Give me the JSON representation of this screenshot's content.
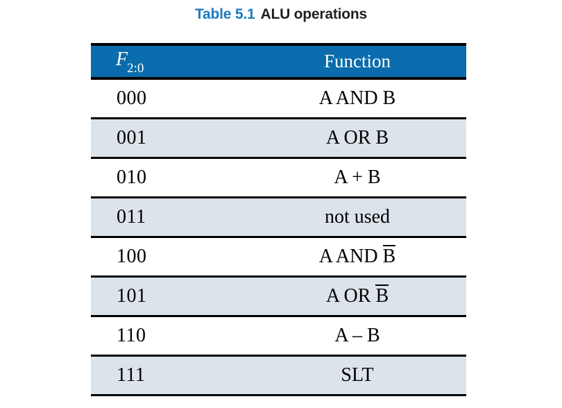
{
  "caption": {
    "number": "Table 5.1",
    "title": "ALU operations",
    "number_color": "#1b7bc0",
    "title_color": "#231f20"
  },
  "table": {
    "header": {
      "col_f_symbol": "F",
      "col_f_subscript": "2:0",
      "col_function": "Function",
      "background": "#0a6cac",
      "text_color": "#ffffff"
    },
    "shaded_row_color": "#dce3ea",
    "rule_color": "#000000",
    "rows": [
      {
        "code": "000",
        "function": "A AND B",
        "overlined": "",
        "shaded": false
      },
      {
        "code": "001",
        "function": "A OR B",
        "overlined": "",
        "shaded": true
      },
      {
        "code": "010",
        "function": "A + B",
        "overlined": "",
        "shaded": false
      },
      {
        "code": "011",
        "function": "not used",
        "overlined": "",
        "shaded": true
      },
      {
        "code": "100",
        "function": "A AND ",
        "overlined": "B",
        "shaded": false
      },
      {
        "code": "101",
        "function": "A OR ",
        "overlined": "B",
        "shaded": true
      },
      {
        "code": "110",
        "function": "A – B",
        "overlined": "",
        "shaded": false
      },
      {
        "code": "111",
        "function": "SLT",
        "overlined": "",
        "shaded": true
      }
    ]
  }
}
